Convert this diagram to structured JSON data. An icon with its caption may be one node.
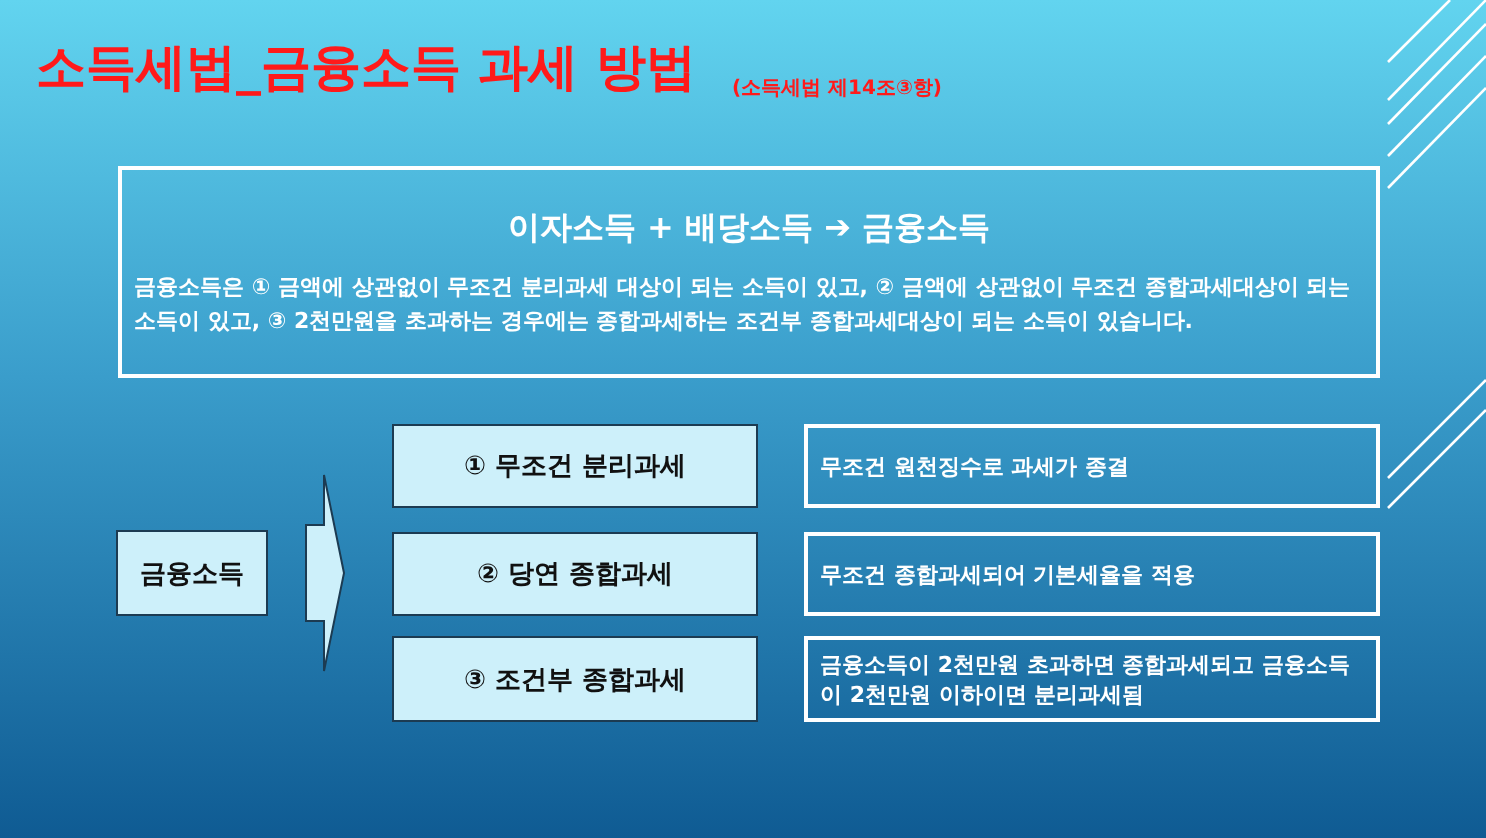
{
  "diagram": {
    "title": "소득세법_금융소득 과세 방법",
    "nodes": [
      {
        "text": [
          "이자소득 + 배당소득 ➔ 금융소득",
          "금융소득은 ① 금액에 상관없이 무조건 분리과세 대상이 되는 소득이 있고, ② 금액에 상관없이 무조건 종합과세대상이 되는 소득이 있고, ③ 2천만원을 초과하는 경우에는 종합과세하는 조건부 종합과세대상이 되는 소득이 있습니다."
        ]
      },
      {
        "text": [
          "금융소득"
        ]
      },
      {
        "text": [
          "① 무조건 분리과세"
        ]
      },
      {
        "text": [
          "② 당연 종합과세"
        ]
      },
      {
        "text": [
          "③ 조건부 종합과세"
        ]
      },
      {
        "text": [
          "무조건 원천징수로 과세가 종결"
        ]
      },
      {
        "text": [
          "무조건 종합과세되어 기본세율을 적용"
        ]
      },
      {
        "text": [
          "금융소득이 2천만원 초과하면 종합과세되고 금융소득이 2천만원 이하이면 분리과세됨"
        ]
      }
    ],
    "edges": [
      {
        "from": 1,
        "to": 2,
        "arrow": "to"
      },
      {
        "from": 1,
        "to": 3,
        "arrow": "to"
      },
      {
        "from": 1,
        "to": 4,
        "arrow": "to"
      }
    ],
    "labels": [
      "(소득세법 제14조③항)"
    ]
  }
}
